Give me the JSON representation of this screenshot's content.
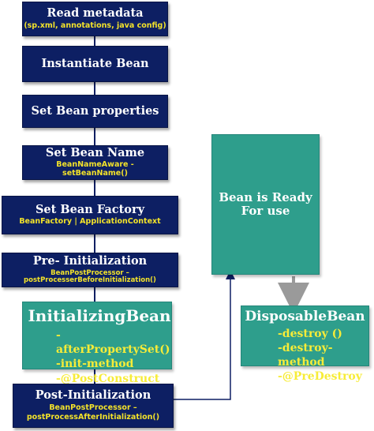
{
  "steps": [
    {
      "title": "Read metadata",
      "sub": "(sp.xml, annotations, java config)"
    },
    {
      "title": "Instantiate Bean",
      "sub": ""
    },
    {
      "title": "Set Bean properties",
      "sub": ""
    },
    {
      "title": "Set Bean Name",
      "sub": "BeanNameAware - setBeanName()"
    },
    {
      "title": "Set Bean Factory",
      "sub": "BeanFactory | ApplicationContext"
    },
    {
      "title": "Pre- Initialization",
      "sub": "BeanPostProcessor –postProcesserBeforeInitialization()"
    }
  ],
  "initializing": {
    "title": "InitializingBean",
    "items": [
      "-afterPropertySet()",
      "-init-method",
      "-@PostConstruct"
    ]
  },
  "post_init": {
    "title": "Post-Initialization",
    "sub_line1": "BeanPostProcessor –",
    "sub_line2": "postProcessAfterInitialization()"
  },
  "ready": {
    "line1": "Bean is Ready",
    "line2": "For use"
  },
  "disposable": {
    "title": "DisposableBean",
    "items": [
      "-destroy ()",
      "-destroy-method",
      "-@PreDestroy"
    ]
  },
  "colors": {
    "navy": "#0d1f63",
    "teal": "#2e9e8c",
    "accent_text": "#f2e22a",
    "connector": "#0d1f63",
    "arrow_gray": "#9a9a9a"
  }
}
